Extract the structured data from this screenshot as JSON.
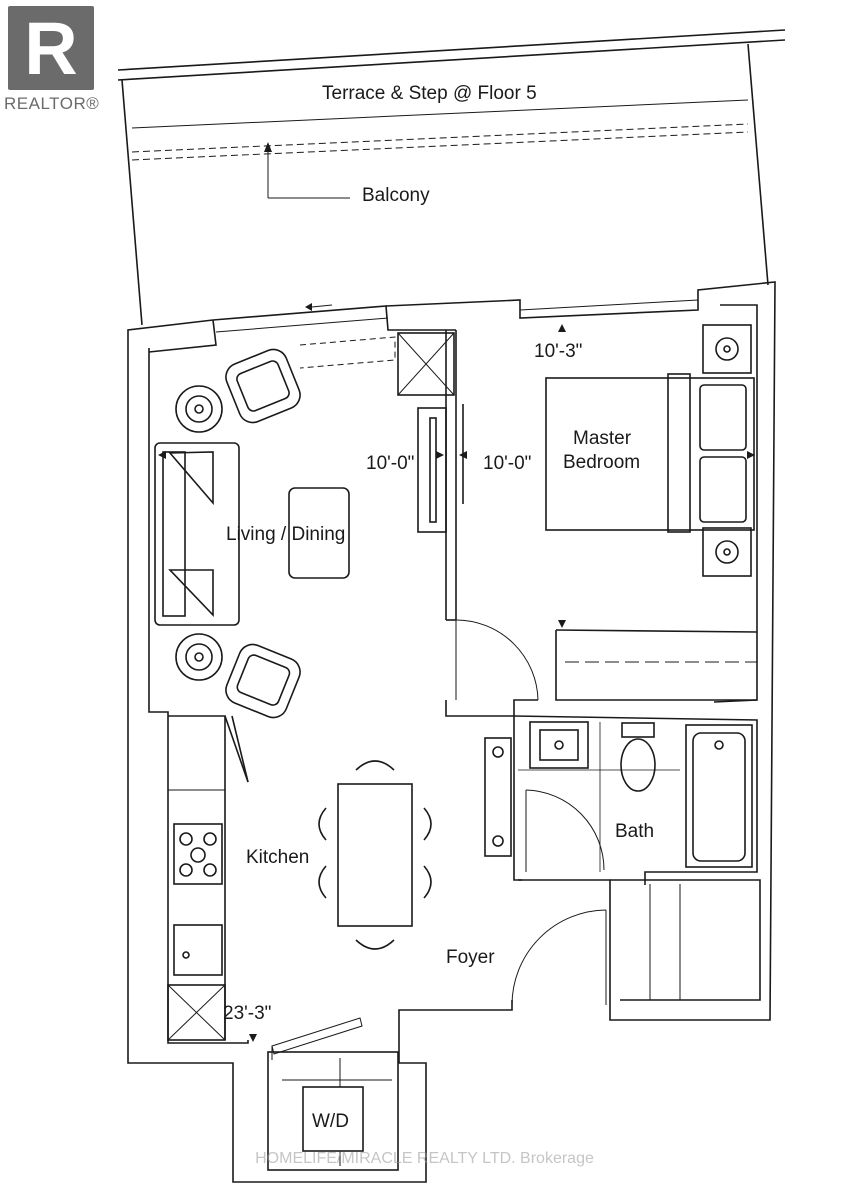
{
  "logo": {
    "letter": "R",
    "wordmark": "REALTOR®"
  },
  "labels": {
    "terrace": "Terrace & Step @ Floor 5",
    "balcony": "Balcony",
    "bedroom_width": "10'-3\"",
    "living_dim": "10'-0\"",
    "bedroom_dim": "10'-0\"",
    "master_line1": "Master",
    "master_line2": "Bedroom",
    "living_dining": "Living / Dining",
    "bath": "Bath",
    "kitchen": "Kitchen",
    "foyer": "Foyer",
    "length_dim": "23'-3\"",
    "wd": "W/D"
  },
  "watermark": "HOMELIFE/MIRACLE REALTY LTD. Brokerage",
  "colors": {
    "line": "#1a1a1a",
    "logo": "#6b6b6b"
  }
}
